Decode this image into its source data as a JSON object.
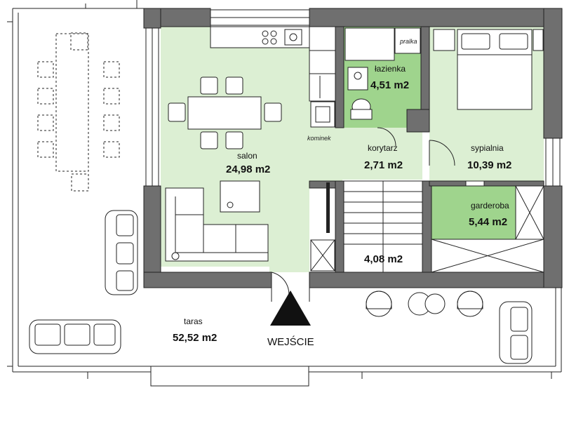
{
  "rooms": {
    "salon": {
      "name": "salon",
      "area": "24,98 m2"
    },
    "korytarz": {
      "name": "korytarz",
      "area": "2,71 m2"
    },
    "lazienka": {
      "name": "łazienka",
      "area": "4,51 m2"
    },
    "sypialnia": {
      "name": "sypialnia",
      "area": "10,39 m2"
    },
    "garderoba": {
      "name": "garderoba",
      "area": "5,44 m2"
    },
    "schody": {
      "name": "",
      "area": "4,08 m2"
    },
    "taras": {
      "name": "taras",
      "area": "52,52 m2"
    }
  },
  "labels": {
    "kominek": "kominek",
    "pralka": "pralka",
    "entrance": "WEJŚCIE"
  },
  "colors": {
    "light_green": "#dcefd3",
    "mid_green": "#9fd48d",
    "wall_gray": "#6f6f6f"
  }
}
